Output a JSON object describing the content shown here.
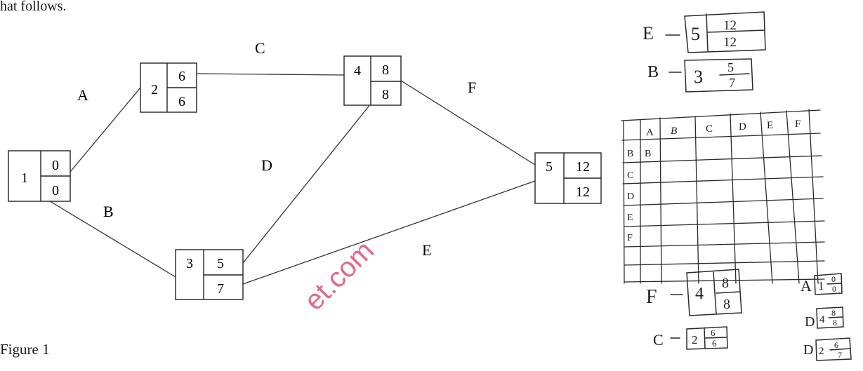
{
  "intro_text": "hat follows.",
  "figure_caption": "Figure 1",
  "watermark": "et.com",
  "nodes": [
    {
      "id": "1",
      "top": "0",
      "bottom": "0"
    },
    {
      "id": "2",
      "top": "6",
      "bottom": "6"
    },
    {
      "id": "3",
      "top": "5",
      "bottom": "7"
    },
    {
      "id": "4",
      "top": "8",
      "bottom": "8"
    },
    {
      "id": "5",
      "top": "12",
      "bottom": "12"
    }
  ],
  "activities": [
    {
      "label": "A",
      "from": "1",
      "to": "2"
    },
    {
      "label": "B",
      "from": "1",
      "to": "3"
    },
    {
      "label": "C",
      "from": "2",
      "to": "4"
    },
    {
      "label": "D",
      "from": "3",
      "to": "4"
    },
    {
      "label": "E",
      "from": "3",
      "to": "5"
    },
    {
      "label": "F",
      "from": "4",
      "to": "5"
    }
  ],
  "handwritten": {
    "e_line": {
      "letter": "E",
      "id": "5",
      "top": "12",
      "bottom": "12"
    },
    "b_line": {
      "letter": "B",
      "id": "3",
      "top": "5",
      "bottom": "7"
    },
    "grid_header": [
      "A",
      "B",
      "C",
      "D",
      "E",
      "F"
    ],
    "grid_rows": [
      "B",
      "C",
      "D",
      "E",
      "F"
    ],
    "grid_row_b": "B",
    "f_line": {
      "letter": "F",
      "id": "4",
      "top": "8",
      "bottom": "8"
    },
    "c_line": {
      "letter": "C",
      "id": "2",
      "top": "6",
      "bottom": "6"
    },
    "a_box": {
      "letter": "A",
      "id": "1",
      "top": "0",
      "bottom": "0"
    },
    "d_box1": {
      "letter": "D",
      "id": "4",
      "top": "8",
      "bottom": "8"
    },
    "d_box2": {
      "letter": "D",
      "id": "2",
      "top": "6",
      "bottom": "7"
    }
  }
}
